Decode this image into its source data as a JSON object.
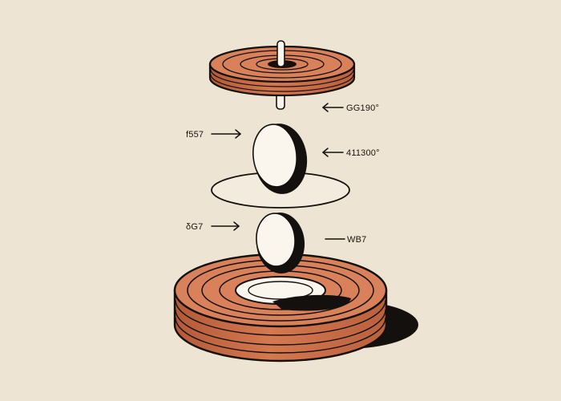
{
  "colors": {
    "background": "#eee4d3",
    "terracotta": "#cc6f4a",
    "terracotta_light": "#dc8a63",
    "terracotta_dark": "#9b4a2d",
    "ink": "#14100d",
    "paper": "#faf6ee"
  },
  "labels": {
    "top_disc": "GG190°",
    "upper_left": "f557",
    "upper_right": "411300°",
    "lower_left": "δG7",
    "lower_right": "WB7"
  },
  "components": [
    "top-disc",
    "spindle",
    "upper-egg",
    "ring-outline",
    "lower-egg",
    "base-bowl"
  ],
  "arrow_icons": [
    "arrow-left-icon",
    "arrow-right-icon"
  ]
}
